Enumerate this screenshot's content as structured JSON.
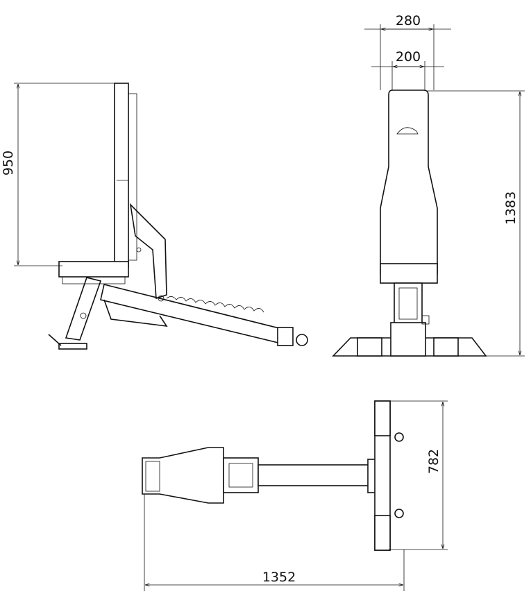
{
  "title": "Adjustable bench dimension drawing",
  "dimensions": {
    "side_height": "950",
    "front_width_outer": "280",
    "front_width_inner": "200",
    "front_height": "1383",
    "top_width": "782",
    "top_length": "1352"
  }
}
